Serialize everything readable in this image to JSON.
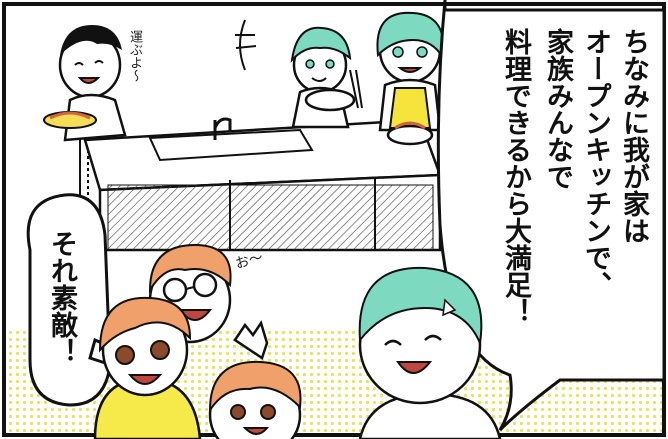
{
  "speech_right": {
    "lines": [
      "ちなみに我が家は",
      "オープンキッチンで、",
      "家族みんなで",
      "料理できるから大満足！"
    ]
  },
  "speech_left": {
    "lines": [
      "それ素敵！"
    ]
  },
  "sfx": {
    "carry": "運ぶよ〜",
    "oh": "お〜"
  },
  "colors": {
    "hair_teal": "#7dd9bf",
    "hair_orange": "#f0a06a",
    "apron_yellow": "#f5e53a",
    "shirt_yellow": "#f6e94a",
    "dot_yellow": "#f2ef8e",
    "skin": "#ffffff",
    "ink": "#111111"
  }
}
